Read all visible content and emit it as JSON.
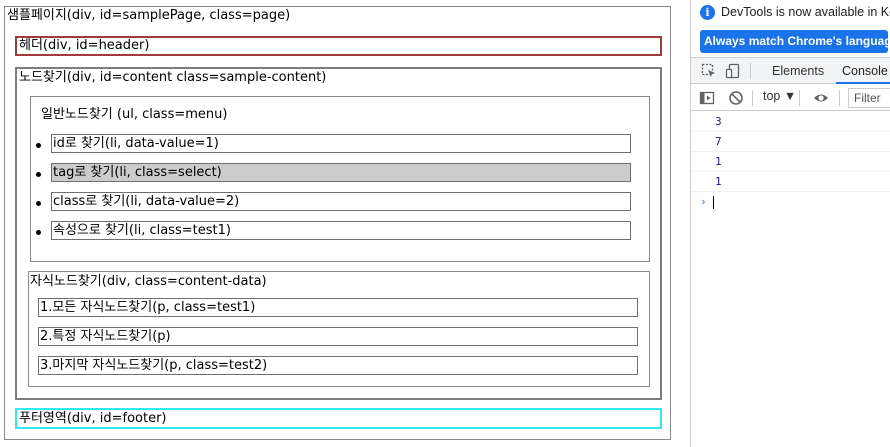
{
  "page": {
    "label": "샘플페이지(div, id=samplePage, class=page)",
    "header_label": "헤더(div, id=header)",
    "content_label": "노드찾기(div, id=content class=sample-content)",
    "menu": {
      "label": "일반노드찾기 (ul, class=menu)",
      "items": [
        "id로 찾기(li, data-value=1)",
        "tag로 찾기(li, class=select)",
        "class로 찾기(li, data-value=2)",
        "속성으로 찾기(li, class=test1)"
      ]
    },
    "content_data": {
      "label": "자식노드찾기(div, class=content-data)",
      "items": [
        "1.모든 자식노드찾기(p, class=test1)",
        "2.특정 자식노드찾기(p)",
        "3.마지막 자식노드찾기(p, class=test2)"
      ]
    },
    "footer_label": "푸터영역(div, id=footer)"
  },
  "devtools": {
    "notice": "DevTools is now available in Kore",
    "match_button": "Always match Chrome's language",
    "tabs": [
      "Elements",
      "Console"
    ],
    "context": "top ▼",
    "filter_placeholder": "Filter",
    "console_lines": [
      "3",
      "7",
      "1",
      "1"
    ],
    "prompt": "›"
  },
  "colors": {
    "header_border": "#a23a3a",
    "footer_border": "#33e8f0",
    "selected_item": "#cccccc",
    "devtools_accent": "#1a73e8",
    "console_value": "#1a1aa6"
  }
}
